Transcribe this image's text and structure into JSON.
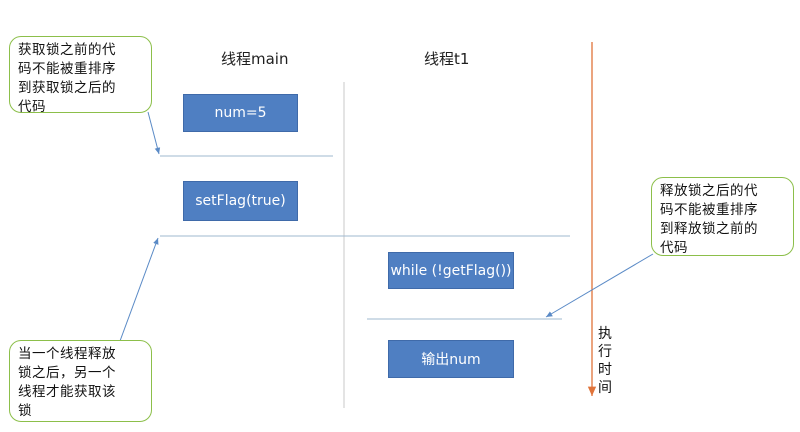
{
  "columns": {
    "main_title": "线程main",
    "t1_title": "线程t1"
  },
  "boxes": {
    "num_assign": "num=5",
    "set_flag": "setFlag(true)",
    "while_loop": "while (!getFlag())",
    "print_num": "输出num"
  },
  "notes": {
    "acquire_note": "获取锁之前的代\n码不能被重排序\n到获取锁之后的\n代码",
    "release_note": "释放锁之后的代\n码不能被重排序\n到释放锁之前的\n代码",
    "handoff_note": "当一个线程释放\n锁之后，另一个\n线程才能获取该\n锁"
  },
  "time_axis": {
    "label": "执\n行\n时\n间"
  },
  "colors": {
    "box_fill": "#4f7fc2",
    "note_border": "#8cbf4a",
    "divider": "#9fb9cf",
    "arrow_blue": "#5a8ac6",
    "time_arrow": "#e0733a"
  }
}
